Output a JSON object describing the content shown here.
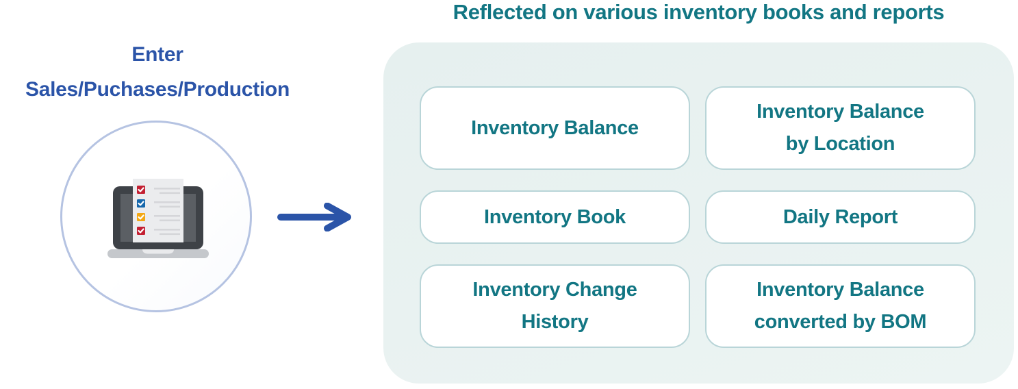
{
  "left": {
    "title": "Enter\nSales/Puchases/Production"
  },
  "panel": {
    "title": "Reflected on various inventory books and reports",
    "boxes": [
      {
        "label": "Inventory Balance"
      },
      {
        "label": "Inventory Balance\nby Location"
      },
      {
        "label": "Inventory Book"
      },
      {
        "label": "Daily Report"
      },
      {
        "label": "Inventory Change\nHistory"
      },
      {
        "label": "Inventory Balance\nconverted by BOM"
      }
    ]
  },
  "icons": {
    "laptop": "laptop-checklist-icon",
    "arrow": "arrow-right-icon"
  },
  "colors": {
    "blue": "#2b54a8",
    "teal": "#127683",
    "panel_bg": "#e9f2f1",
    "box_border": "#b9d5d8",
    "circle_border": "#b5c3e2",
    "check_red": "#c32032",
    "check_blue": "#1567ac",
    "check_amber": "#f3a712"
  }
}
